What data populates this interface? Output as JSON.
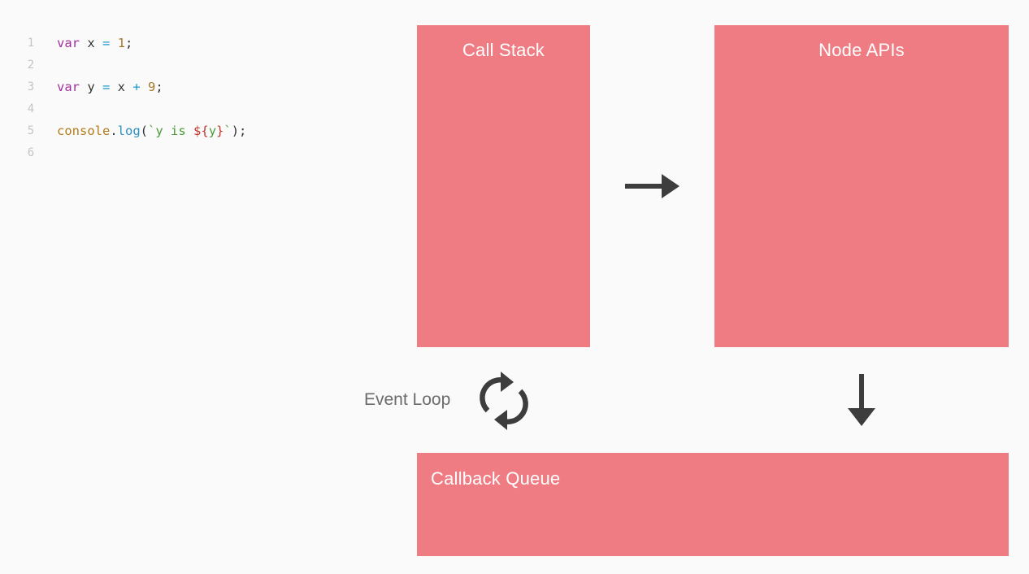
{
  "code": {
    "lines": [
      {
        "number": "1",
        "tokens": [
          {
            "text": "var",
            "cls": "kw"
          },
          {
            "text": " x ",
            "cls": ""
          },
          {
            "text": "=",
            "cls": "op"
          },
          {
            "text": " ",
            "cls": ""
          },
          {
            "text": "1",
            "cls": "num"
          },
          {
            "text": ";",
            "cls": ""
          }
        ]
      },
      {
        "number": "2",
        "tokens": []
      },
      {
        "number": "3",
        "tokens": [
          {
            "text": "var",
            "cls": "kw"
          },
          {
            "text": " y ",
            "cls": ""
          },
          {
            "text": "=",
            "cls": "op"
          },
          {
            "text": " x ",
            "cls": ""
          },
          {
            "text": "+",
            "cls": "op"
          },
          {
            "text": " ",
            "cls": ""
          },
          {
            "text": "9",
            "cls": "num"
          },
          {
            "text": ";",
            "cls": ""
          }
        ]
      },
      {
        "number": "4",
        "tokens": []
      },
      {
        "number": "5",
        "tokens": [
          {
            "text": "console",
            "cls": "obj"
          },
          {
            "text": ".",
            "cls": ""
          },
          {
            "text": "log",
            "cls": "fn"
          },
          {
            "text": "(",
            "cls": ""
          },
          {
            "text": "`y is ",
            "cls": "str"
          },
          {
            "text": "${",
            "cls": "tpl"
          },
          {
            "text": "y",
            "cls": "str"
          },
          {
            "text": "}",
            "cls": "tpl"
          },
          {
            "text": "`",
            "cls": "str"
          },
          {
            "text": ");",
            "cls": ""
          }
        ]
      },
      {
        "number": "6",
        "tokens": []
      }
    ]
  },
  "diagram": {
    "call_stack": {
      "title": "Call Stack"
    },
    "node_apis": {
      "title": "Node APIs"
    },
    "callback_queue": {
      "title": "Callback Queue"
    },
    "event_loop": {
      "label": "Event Loop"
    }
  },
  "icons": {
    "right_arrow": "arrow-right-icon",
    "down_arrow": "arrow-down-icon",
    "loop": "refresh-cycle-icon"
  },
  "colors": {
    "box_fill": "#ef7c83",
    "arrow": "#3d3d3d",
    "background": "#f9faf9"
  }
}
